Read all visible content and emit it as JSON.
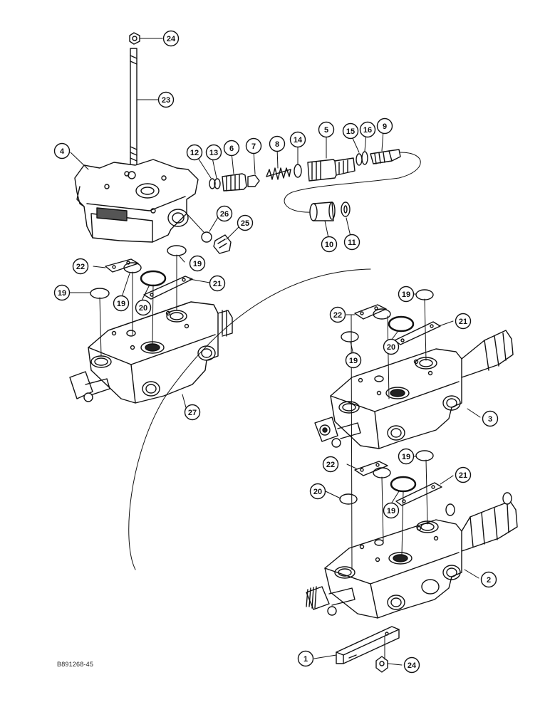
{
  "figure": {
    "code": "B891268-45",
    "colors": {
      "ink": "#111111",
      "paper": "#ffffff",
      "shade": "#9a9a9a"
    }
  },
  "callouts": [
    {
      "label": "24"
    },
    {
      "label": "23"
    },
    {
      "label": "4"
    },
    {
      "label": "12"
    },
    {
      "label": "13"
    },
    {
      "label": "6"
    },
    {
      "label": "7"
    },
    {
      "label": "8"
    },
    {
      "label": "14"
    },
    {
      "label": "5"
    },
    {
      "label": "15"
    },
    {
      "label": "16"
    },
    {
      "label": "9"
    },
    {
      "label": "26"
    },
    {
      "label": "25"
    },
    {
      "label": "10"
    },
    {
      "label": "11"
    },
    {
      "label": "22"
    },
    {
      "label": "19"
    },
    {
      "label": "21"
    },
    {
      "label": "19"
    },
    {
      "label": "19"
    },
    {
      "label": "20"
    },
    {
      "label": "27"
    },
    {
      "label": "22"
    },
    {
      "label": "19"
    },
    {
      "label": "21"
    },
    {
      "label": "20"
    },
    {
      "label": "19"
    },
    {
      "label": "3"
    },
    {
      "label": "22"
    },
    {
      "label": "19"
    },
    {
      "label": "21"
    },
    {
      "label": "19"
    },
    {
      "label": "20"
    },
    {
      "label": "2"
    },
    {
      "label": "1"
    },
    {
      "label": "24"
    }
  ]
}
